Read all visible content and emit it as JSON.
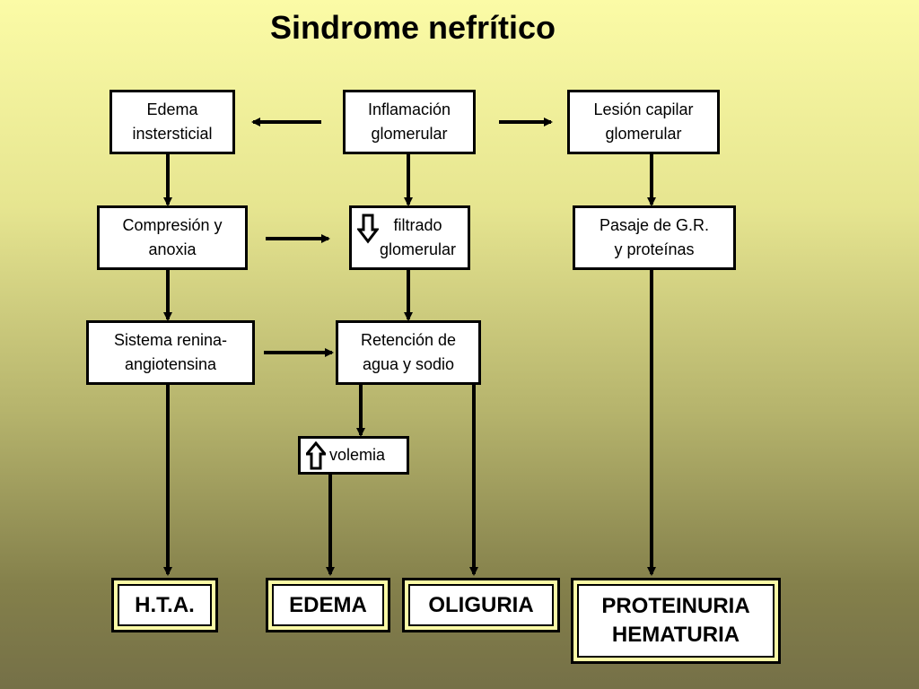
{
  "title": "Sindrome nefrítico",
  "nodes": {
    "edema_intersticial": "Edema\ninstersticial",
    "inflamacion_glomerular": "Inflamación\nglomerular",
    "lesion_capilar": "Lesión capilar\nglomerular",
    "compresion_anoxia": "Compresión y\nanoxia",
    "filtrado_glomerular": "filtrado\nglomerular",
    "pasaje_gr": "Pasaje de G.R.\ny proteínas",
    "sistema_renina": "Sistema renina-\nangiotensina",
    "retencion_agua": "Retención de\nagua y sodio",
    "volemia": "volemia"
  },
  "outcomes": {
    "hta": "H.T.A.",
    "edema": "EDEMA",
    "oliguria": "OLIGURIA",
    "proteinuria_hematuria": "PROTEINURIA\nHEMATURIA"
  },
  "indicators": {
    "filtrado": "down-arrow-icon",
    "volemia": "up-arrow-icon"
  }
}
